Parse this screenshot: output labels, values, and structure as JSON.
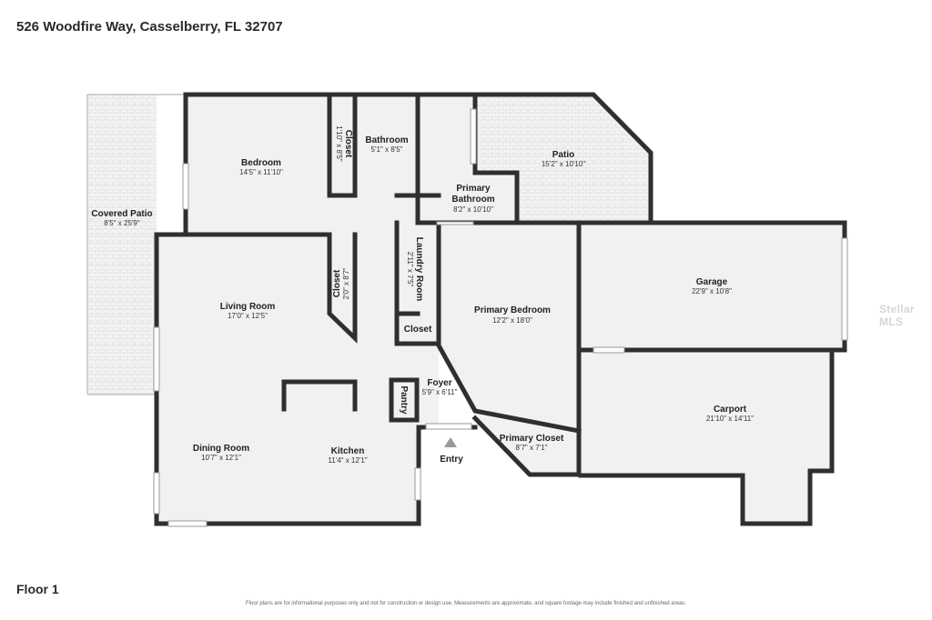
{
  "header": {
    "address": "526 Woodfire Way, Casselberry, FL 32707"
  },
  "footer": {
    "floor": "Floor 1",
    "disclaimer": "Floor plans are for informational purposes only and not for construction or design use. Measurements are approximate, and square footage may include finished and unfinished areas."
  },
  "watermark": "Stellar MLS",
  "rooms": {
    "covered_patio": {
      "name": "Covered Patio",
      "dims": "8'5\" x 25'9\""
    },
    "bedroom": {
      "name": "Bedroom",
      "dims": "14'5\" x 11'10\""
    },
    "closet_top": {
      "name": "Closet",
      "dims": "1'10\" x 8'5\""
    },
    "bathroom": {
      "name": "Bathroom",
      "dims": "5'1\" x 8'5\""
    },
    "primary_bathroom": {
      "name_line1": "Primary",
      "name_line2": "Bathroom",
      "dims": "8'2\" x 10'10\""
    },
    "patio": {
      "name": "Patio",
      "dims": "15'2\" x 10'10\""
    },
    "living_room": {
      "name": "Living Room",
      "dims": "17'0\" x 12'5\""
    },
    "closet_hall": {
      "name": "Closet",
      "dims": "2'0\" x 8'7\""
    },
    "laundry_room": {
      "name": "Laundry Room",
      "dims": "2'11\" x 7'5\""
    },
    "closet_small": {
      "name": "Closet"
    },
    "primary_bedroom": {
      "name": "Primary Bedroom",
      "dims": "12'2\" x 18'0\""
    },
    "garage": {
      "name": "Garage",
      "dims": "22'9\" x 10'8\""
    },
    "foyer": {
      "name": "Foyer",
      "dims": "5'9\" x 6'11\""
    },
    "pantry": {
      "name": "Pantry"
    },
    "carport": {
      "name": "Carport",
      "dims": "21'10\" x 14'11\""
    },
    "dining_room": {
      "name": "Dining Room",
      "dims": "10'7\" x 12'1\""
    },
    "kitchen": {
      "name": "Kitchen",
      "dims": "11'4\" x 12'1\""
    },
    "primary_closet": {
      "name": "Primary Closet",
      "dims": "8'7\" x 7'1\""
    },
    "entry": {
      "name": "Entry"
    }
  }
}
